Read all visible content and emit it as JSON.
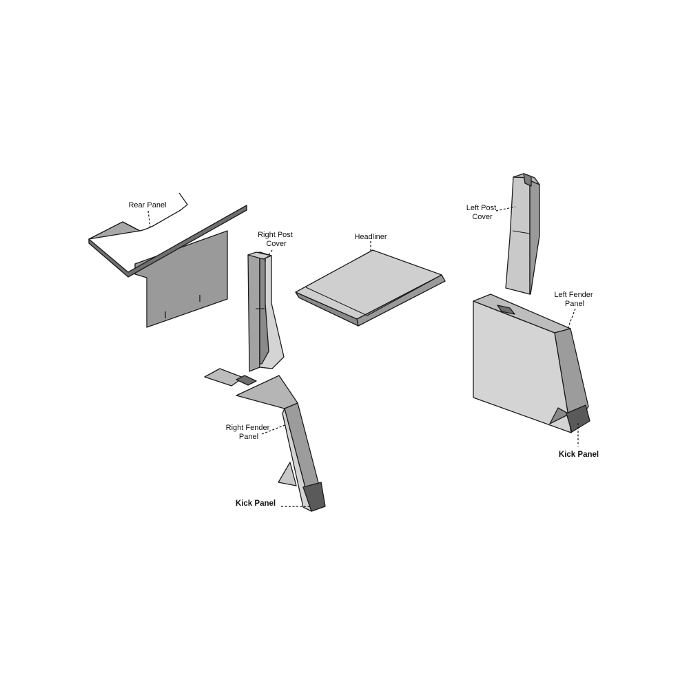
{
  "parts": {
    "rear_panel": {
      "label": "Rear Panel"
    },
    "right_post_cover": {
      "label_lines": [
        "Right Post",
        "Cover"
      ]
    },
    "headliner": {
      "label": "Headliner"
    },
    "left_post_cover": {
      "label_lines": [
        "Left Post",
        "Cover"
      ]
    },
    "left_fender_panel": {
      "label_lines": [
        "Left Fender",
        "Panel"
      ]
    },
    "right_fender_panel": {
      "label_lines": [
        "Right Fender",
        "Panel"
      ]
    },
    "kick_panel_left": {
      "label": "Kick Panel"
    },
    "kick_panel_right": {
      "label": "Kick Panel"
    }
  },
  "colors": {
    "top_face": "#a9a9a9",
    "light_face": "#d2d2d2",
    "mid_face": "#9a9a9a",
    "dark_face": "#7d7d7d",
    "kick_panel": "#5a5a5a",
    "outline": "#1a1a1a"
  }
}
